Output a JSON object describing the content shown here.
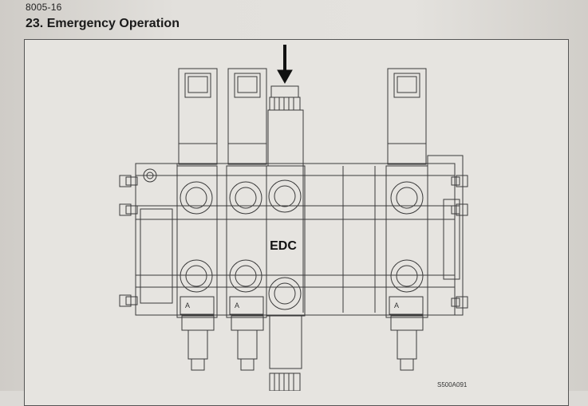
{
  "header": {
    "doc_code": "8005-16",
    "section_title": "23. Emergency Operation"
  },
  "figure": {
    "center_label": "EDC",
    "figure_code": "S500A091"
  }
}
